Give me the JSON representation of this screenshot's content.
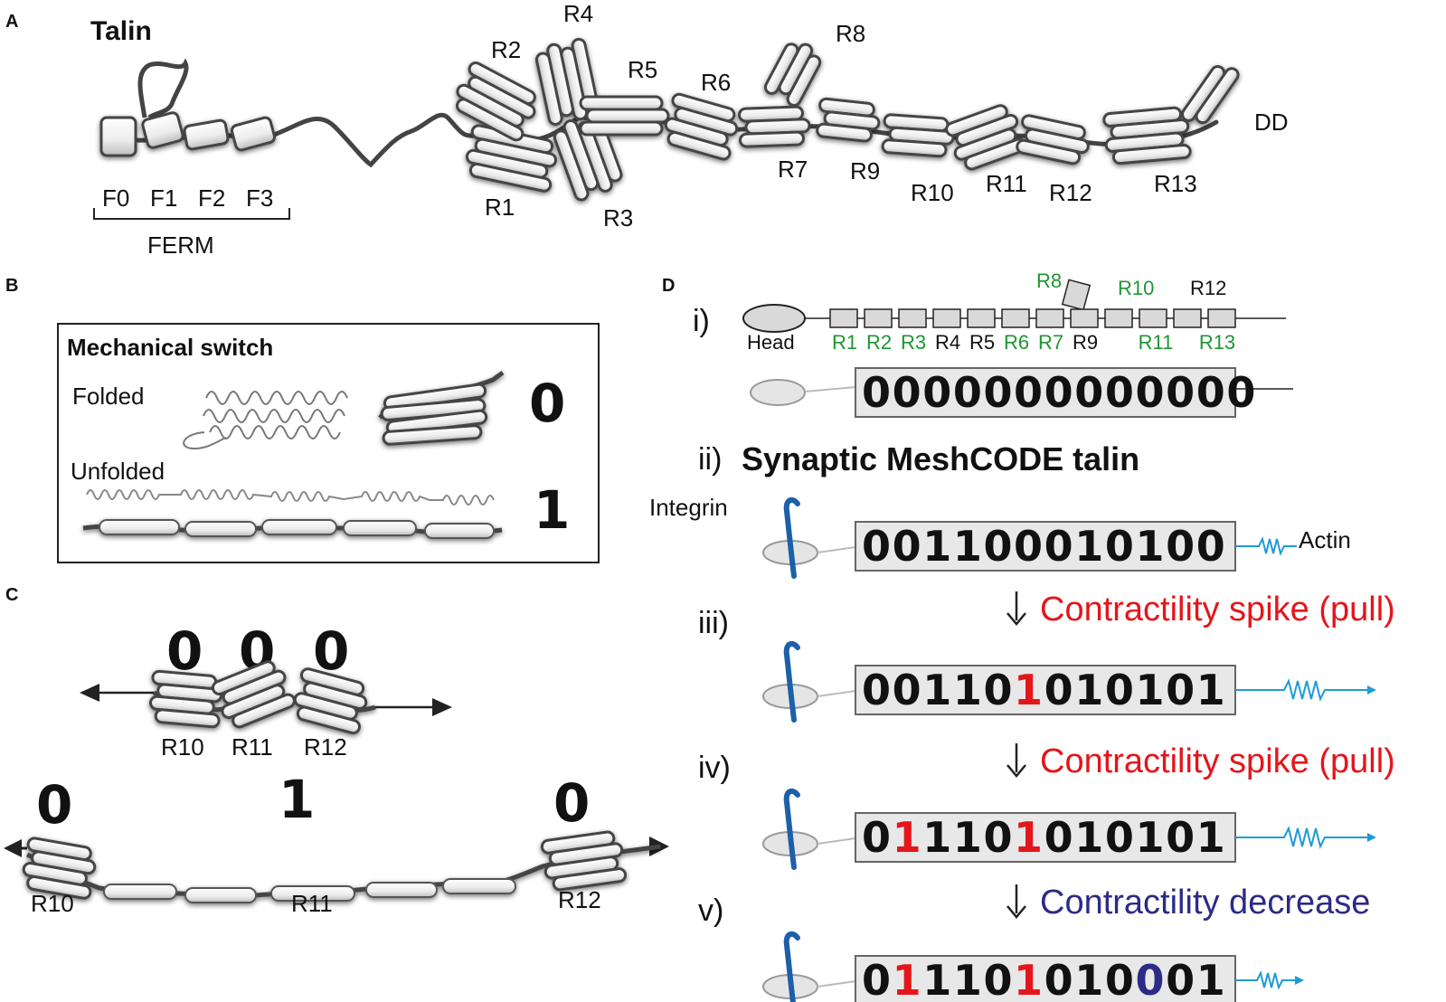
{
  "panels": {
    "a": "A",
    "b": "B",
    "c": "C",
    "d": "D"
  },
  "panel_a": {
    "title": "Talin",
    "ferm_domains": [
      "F0",
      "F1",
      "F2",
      "F3"
    ],
    "ferm_label": "FERM",
    "rod_labels": [
      "R1",
      "R2",
      "R3",
      "R4",
      "R5",
      "R6",
      "R7",
      "R8",
      "R9",
      "R10",
      "R11",
      "R12",
      "R13",
      "DD"
    ]
  },
  "panel_b": {
    "title": "Mechanical switch",
    "folded_label": "Folded",
    "unfolded_label": "Unfolded",
    "folded_value": "0",
    "unfolded_value": "1"
  },
  "panel_c": {
    "top_values": [
      "0",
      "0",
      "0"
    ],
    "top_labels": [
      "R10",
      "R11",
      "R12"
    ],
    "bottom_values": [
      "0",
      "1",
      "0"
    ],
    "bottom_labels": [
      "R10",
      "R11",
      "R12"
    ]
  },
  "panel_d": {
    "step_i": "i)",
    "head_label": "Head",
    "rod_top_labels": [
      {
        "text": "R8",
        "color": "green"
      },
      {
        "text": "R10",
        "color": "green"
      },
      {
        "text": "R12",
        "color": "black"
      }
    ],
    "rod_bottom_labels": [
      {
        "text": "R1",
        "color": "green"
      },
      {
        "text": "R2",
        "color": "green"
      },
      {
        "text": "R3",
        "color": "green"
      },
      {
        "text": "R4",
        "color": "black"
      },
      {
        "text": "R5",
        "color": "black"
      },
      {
        "text": "R6",
        "color": "green"
      },
      {
        "text": "R7",
        "color": "green"
      },
      {
        "text": "R9",
        "color": "black"
      },
      {
        "text": "R11",
        "color": "green"
      },
      {
        "text": "R13",
        "color": "green"
      }
    ],
    "step_ii": "ii)",
    "heading": "Synaptic MeshCODE talin",
    "integrin_label": "Integrin",
    "actin_label": "Actin",
    "step_iii": "iii)",
    "step_iv": "iv)",
    "step_v": "v)",
    "transitions": [
      {
        "text": "Contractility spike (pull)",
        "color": "#e3161b"
      },
      {
        "text": "Contractility spike (pull)",
        "color": "#e3161b"
      },
      {
        "text": "Contractility decrease",
        "color": "#2d2b86"
      }
    ],
    "codes": [
      {
        "digits": "0000000000000",
        "highlight": []
      },
      {
        "digits": "001100010100",
        "highlight": []
      },
      {
        "digits": "001101010101",
        "highlight": [
          {
            "index": 5,
            "color": "red"
          }
        ]
      },
      {
        "digits": "011101010101",
        "highlight": [
          {
            "index": 1,
            "color": "red"
          },
          {
            "index": 5,
            "color": "red"
          }
        ]
      },
      {
        "digits": "011101010001",
        "highlight": [
          {
            "index": 1,
            "color": "red"
          },
          {
            "index": 5,
            "color": "red"
          },
          {
            "index": 9,
            "color": "navy"
          }
        ]
      }
    ]
  }
}
